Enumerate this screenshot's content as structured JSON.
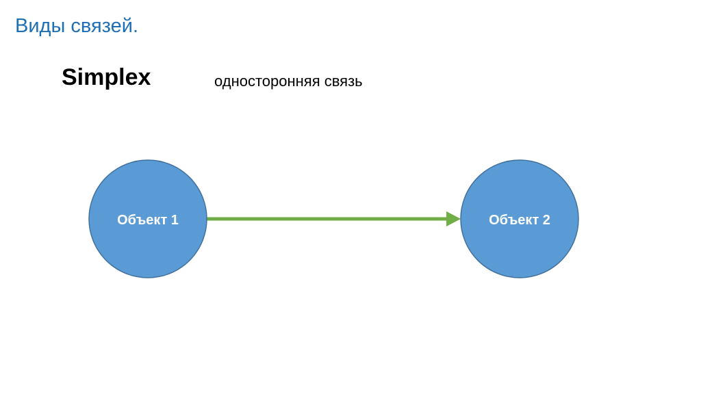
{
  "slide": {
    "title": "Виды связей.",
    "heading": "Simplex",
    "subtitle": "односторонняя связь"
  },
  "diagram": {
    "nodes": [
      {
        "id": "object-1",
        "label": "Объект 1"
      },
      {
        "id": "object-2",
        "label": "Объект 2"
      }
    ],
    "edges": [
      {
        "from": "object-1",
        "to": "object-2",
        "direction": "one-way"
      }
    ],
    "colors": {
      "title": "#1f6fb7",
      "node_fill": "#5b9bd5",
      "node_stroke": "#41719c",
      "node_text": "#ffffff",
      "arrow": "#70ad47"
    }
  }
}
